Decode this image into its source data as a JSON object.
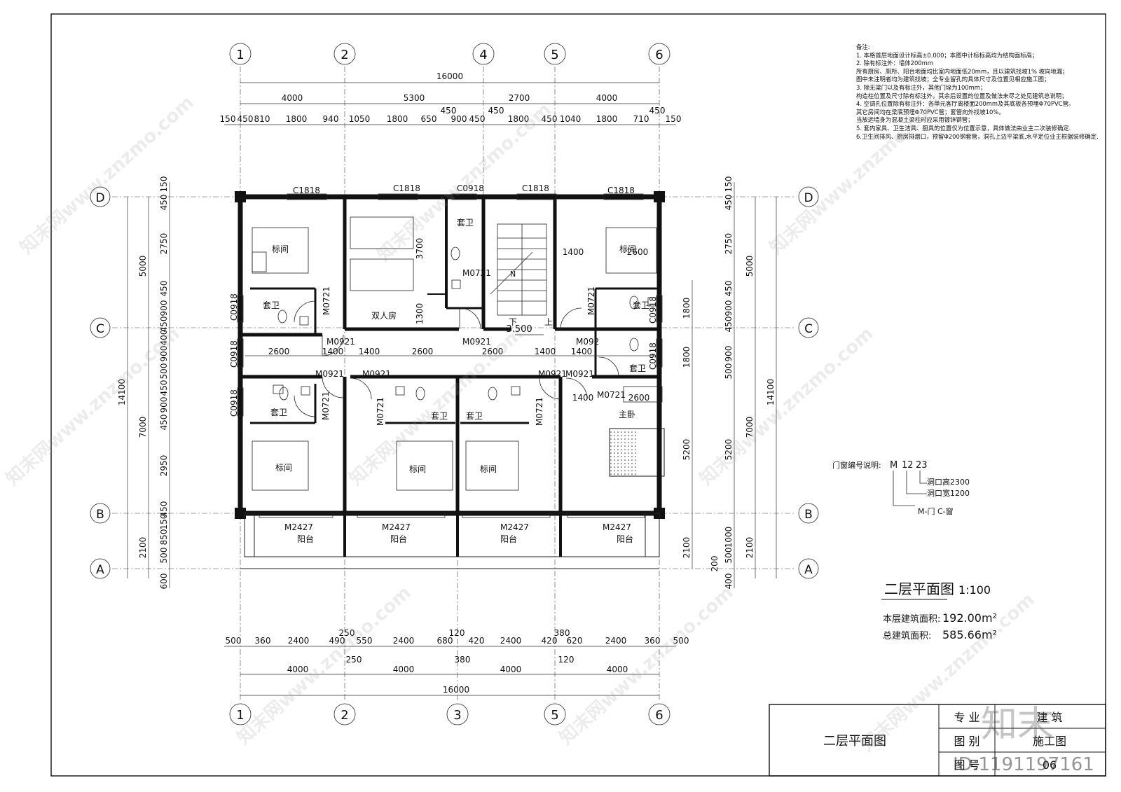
{
  "drawing": {
    "title": "二层平面图",
    "scale": "1:100",
    "area_label_floor": "本层建筑面积:",
    "area_floor": "192.00m²",
    "area_label_total": "总建筑面积:",
    "area_total": "585.66m²"
  },
  "notes": {
    "heading": "备注:",
    "lines": [
      "1. 本格首层地面设计标高±0.000；本图中计标标高均为结构面标高；",
      "2. 除有标注外：墙体200mm",
      "   所有厨房、厕所、阳台地面均比室内地面低20mm，且以建筑找坡1% 坡向地漏；",
      "   图中未注明者均为建筑找坡；全专业留孔的具体尺寸及位置见相应施工图；",
      "3. 除无梁门以及有标注外，其他门垛为100mm；",
      "   构造柱位置及尺寸除有标注外，其余后设置的位置及做法未尽之处见建筑总说明；",
      "4. 空调孔位置除有标注外：各单元客厅离楼面200mm及其底板各预埋Φ70PVC管。",
      "   其它房间均在梁底预埋Φ70PVC管；套管向外找坡10%。",
      "   当放远墙身为混凝土梁柱时应采用镀锌钢管；",
      "5. 套内家具、卫生洁具、厨具的位置仅为位置示意，具体做法由业主二次装修确定.",
      "6.卫生间排风、厨房排烟口，预留Φ200钢套管，洞孔上边平梁底,水平定位业主根据装修确定."
    ]
  },
  "door_legend": {
    "title": "门窗编号说明:",
    "code": "M",
    "w": "12",
    "h": "23",
    "line1": "洞口高2300",
    "line2": "洞口宽1200",
    "line3": "M-门 C-窗"
  },
  "axes": {
    "vertical": [
      "1",
      "2",
      "4",
      "5",
      "6"
    ],
    "vertical_bottom": [
      "1",
      "2",
      "3",
      "5",
      "6"
    ],
    "horizontal": [
      "D",
      "C",
      "B",
      "A"
    ]
  },
  "dims_top": {
    "total": "16000",
    "bays": [
      "4000",
      "5300",
      "2700",
      "4000"
    ],
    "detail": [
      "150",
      "450",
      "810",
      "1800",
      "940",
      "1050",
      "1800",
      "650",
      "900",
      "450",
      "1800",
      "450",
      "1040",
      "1800",
      "710",
      "150"
    ],
    "extra": [
      "450",
      "450",
      "450"
    ]
  },
  "dims_bottom": {
    "total": "16000",
    "bays": [
      "4000",
      "4000",
      "4000",
      "4000"
    ],
    "detail": [
      "500",
      "360",
      "2400",
      "490",
      "550",
      "2400",
      "680",
      "420",
      "2400",
      "420",
      "620",
      "2400",
      "360",
      "500"
    ],
    "extra_top": [
      "250",
      "120",
      "380"
    ],
    "extra_bot": [
      "250",
      "380",
      "120"
    ]
  },
  "dims_left": {
    "total": "14100",
    "major": [
      "5000",
      "7000",
      "2100"
    ],
    "detail": [
      "150",
      "450",
      "2750",
      "450",
      "900",
      "450",
      "400",
      "900",
      "500",
      "450",
      "900",
      "450",
      "2950",
      "450",
      "150",
      "850",
      "500",
      "600"
    ]
  },
  "dims_right": {
    "total": "14100",
    "major": [
      "5000",
      "7000",
      "2100"
    ],
    "detail": [
      "150",
      "450",
      "2750",
      "450",
      "900",
      "450",
      "900",
      "500",
      "5200",
      "1000",
      "500",
      "200",
      "400"
    ],
    "inner": [
      "1800",
      "1800",
      "5200",
      "2100"
    ]
  },
  "rooms": {
    "std": "标间",
    "double": "双人房",
    "bath": "套卫",
    "master": "主卧",
    "balcony": "阳台",
    "stair_level": "3.500",
    "stair_down": "下",
    "stair_up": "上",
    "north": "N"
  },
  "openings": {
    "c1818": "C1818",
    "c0918": "C0918",
    "m0721": "M0721",
    "m0921": "M0921",
    "m2427": "M2427",
    "m092": "M092"
  },
  "inner_dims": {
    "corridor": [
      "2600",
      "1400",
      "1400",
      "2600",
      "2600",
      "1400",
      "1400"
    ],
    "d3700": "3700",
    "d1300": "1300",
    "d1400": "1400",
    "d2600": "2600"
  },
  "title_block": {
    "sheet_name": "二层平面图",
    "k1": "专 业",
    "v1": "建 筑",
    "k2": "图 别",
    "v2": "施工图",
    "k3": "图 号",
    "v3": "06"
  },
  "watermarks": {
    "brand": "知末网www.znzmo.com",
    "logo": "知末",
    "id": "ID:1191197161"
  }
}
